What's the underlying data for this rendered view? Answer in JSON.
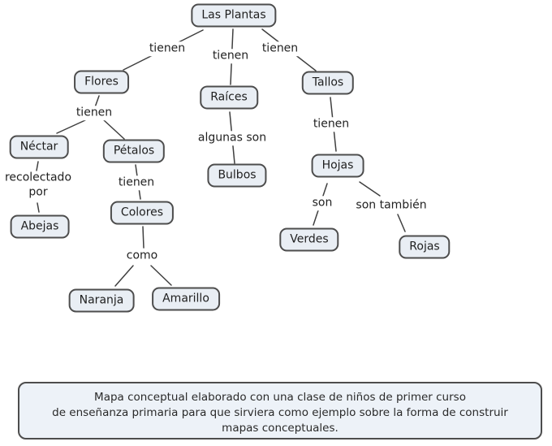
{
  "diagram": {
    "nodes": {
      "las_plantas": "Las Plantas",
      "flores": "Flores",
      "raices": "Raíces",
      "tallos": "Tallos",
      "nectar": "Néctar",
      "petalos": "Pétalos",
      "bulbos": "Bulbos",
      "hojas": "Hojas",
      "abejas": "Abejas",
      "colores": "Colores",
      "verdes": "Verdes",
      "rojas": "Rojas",
      "naranja": "Naranja",
      "amarillo": "Amarillo"
    },
    "edges": {
      "plantas_flores": "tienen",
      "plantas_raices": "tienen",
      "plantas_tallos": "tienen",
      "flores_nectar_petalos": "tienen",
      "raices_bulbos": "algunas son",
      "tallos_hojas": "tienen",
      "nectar_abejas": "recolectado por",
      "petalos_colores": "tienen",
      "hojas_verdes": "son",
      "hojas_rojas": "son también",
      "colores_naranja_amarillo": "como"
    },
    "caption_lines": [
      "Mapa conceptual elaborado con una clase de niños de primer curso",
      "de enseñanza primaria para que sirviera como ejemplo sobre la forma de construir",
      "mapas conceptuales."
    ]
  },
  "colors": {
    "node_fill": "#e9eef4",
    "node_border": "#4d4d4d",
    "line": "#3f3f3f",
    "text": "#1f1f1f",
    "background": "#ffffff"
  }
}
